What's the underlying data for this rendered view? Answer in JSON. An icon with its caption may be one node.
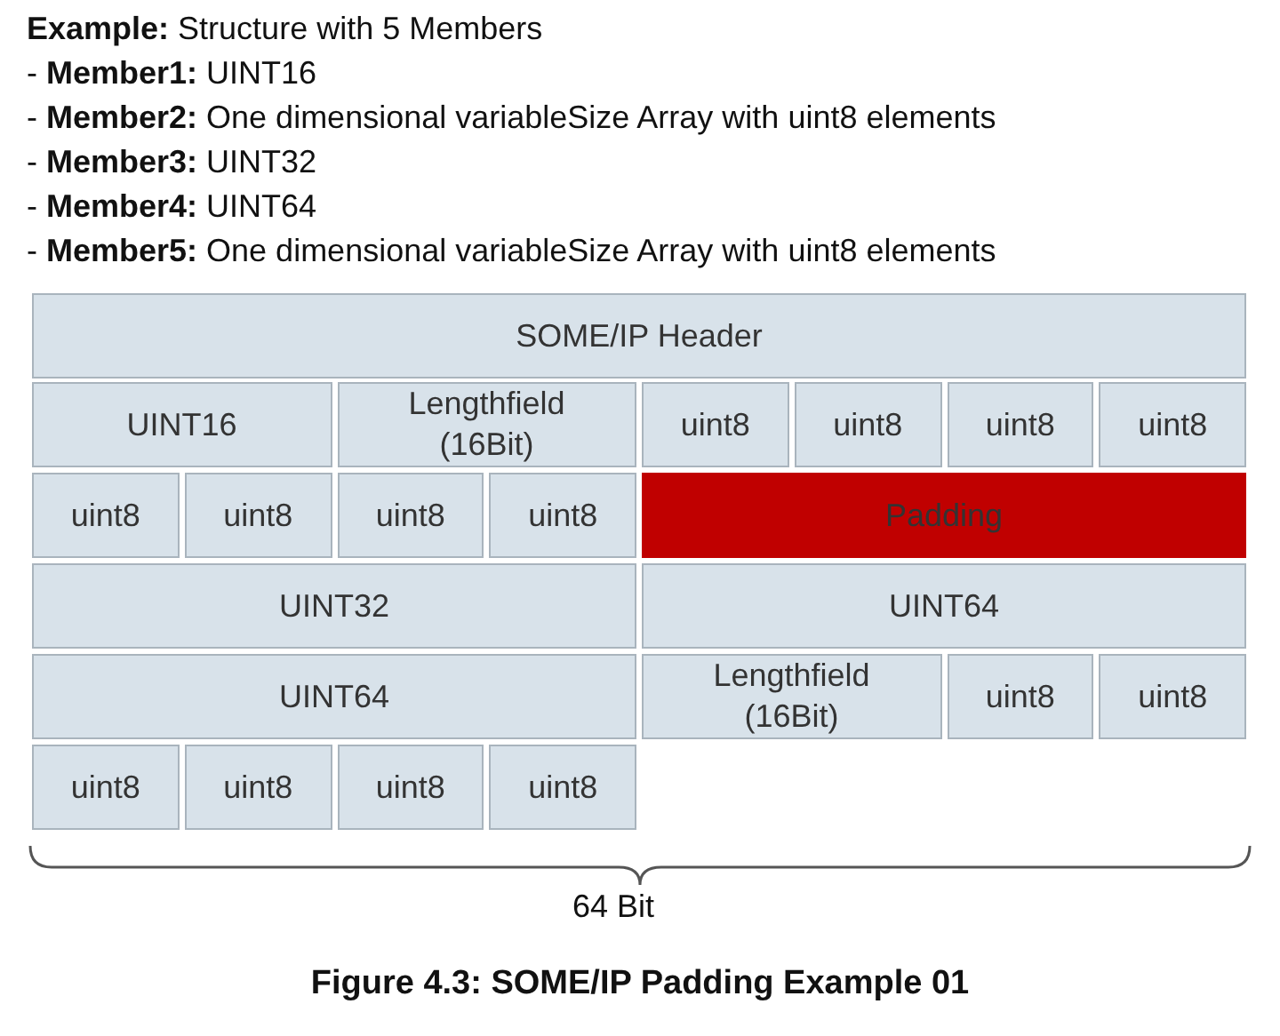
{
  "diagram": {
    "caption": "Figure 4.3: SOME/IP Padding Example 01",
    "nodes": [
      {
        "text": [
          "SOME/IP Header"
        ]
      },
      {
        "text": [
          "UINT16"
        ]
      },
      {
        "text": [
          "Lengthfield (16Bit)"
        ]
      },
      {
        "text": [
          "uint8"
        ]
      },
      {
        "text": [
          "uint8"
        ]
      },
      {
        "text": [
          "uint8"
        ]
      },
      {
        "text": [
          "uint8"
        ]
      },
      {
        "text": [
          "uint8"
        ]
      },
      {
        "text": [
          "uint8"
        ]
      },
      {
        "text": [
          "uint8"
        ]
      },
      {
        "text": [
          "uint8"
        ]
      },
      {
        "text": [
          "Padding"
        ]
      },
      {
        "text": [
          "UINT32"
        ]
      },
      {
        "text": [
          "UINT64"
        ]
      },
      {
        "text": [
          "UINT64"
        ]
      },
      {
        "text": [
          "Lengthfield (16Bit)"
        ]
      },
      {
        "text": [
          "uint8"
        ]
      },
      {
        "text": [
          "uint8"
        ]
      },
      {
        "text": [
          "uint8"
        ]
      },
      {
        "text": [
          "uint8"
        ]
      },
      {
        "text": [
          "uint8"
        ]
      },
      {
        "text": [
          "uint8"
        ]
      }
    ],
    "edges": [],
    "labels": [
      "**Example:** Structure with 5 Members",
      "- **Member1:** UINT16",
      "- **Member2:** One dimensional variableSize Array with uint8 elements",
      "- **Member3:** UINT32",
      "- **Member4:** UINT64",
      "- **Member5:** One dimensional variableSize Array with uint8 elements",
      "64 Bit"
    ]
  }
}
